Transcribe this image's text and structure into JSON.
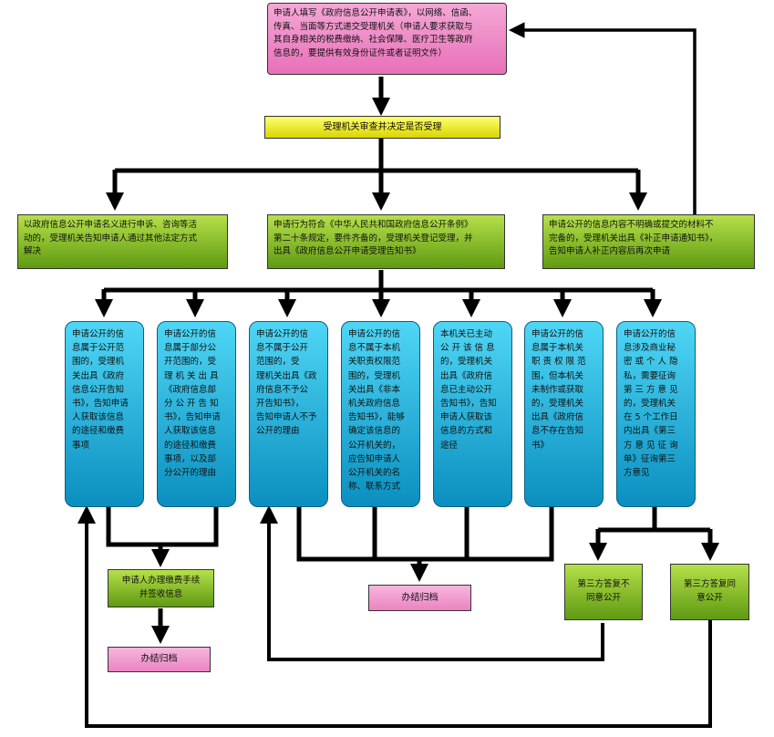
{
  "start": "申请人填写《政府信息公开申请表》，以网络、信函、\n传真、当面等方式递交受理机关（申请人要求获取与\n其自身相关的税费缴纳、社会保障、医疗卫生等政府\n信息的，要提供有效身份证件或者证明文件）",
  "review": "受理机关审查并决定是否受理",
  "branches": {
    "left": "以政府信息公开申请名义进行申诉、咨询等活\n动的，受理机关告知申请人通过其他法定方式\n解决",
    "middle": "申请行为符合《中华人民共和国政府信息公开条例》\n第二十条规定，要件齐备的，受理机关登记受理，并\n出具《政府信息公开申请受理告知书》",
    "right": "申请公开的信息内容不明确或提交的材料不\n完备的，受理机关出具《补正申请通知书》，\n告知申请人补正内容后再次申请"
  },
  "outcomes": [
    "申请公开的信\n息属于公开范\n围的，受理机\n关出具《政府\n信息公开告知\n书》，告知申请\n人获取该信息\n的途径和缴费\n事项",
    "申请公开的信\n息属于部分公\n开范围的，受\n理 机 关 出 具\n《政府信息部\n分 公 开 告 知\n书》，告知申请\n人获取该信息\n的途径和缴费\n事项，以及部\n分公开的理由",
    "申请公开的信\n息不属于公开\n范围的，受\n理机关出具《政\n府信息不予公\n开告知书》，\n告知申请人不予\n公开的理由",
    "申请公开的信\n息不属于本机\n关职责权限范\n围的，受理机\n关出具《非本\n机关政府信息\n告知书》，能够\n确定该信息的\n公开机关的，\n应告知申请人\n公开机关的名\n称、联系方式",
    "本机关已主动\n公 开 该 信 息\n的，受理机关\n出具《政府信\n息已主动公开\n告知书》，告知\n申请人获取该\n信息的方式和\n途径",
    "申请公开的信\n息属于本机关\n职 责 权 限 范\n围，但本机关\n未制作或获取\n的，受理机关\n出具《政府信\n息不存在告知\n书》",
    "申请公开的信\n息涉及商业秘\n密 或 个 人 隐\n私，需要征询\n第 三 方 意 见\n的，受理机关\n在 5 个工作日\n内出具《第三\n方 意 见 征 询\n单》征询第三\n方意见"
  ],
  "fee": "申请人办理缴费手续\n并签收信息",
  "archive_left": "办结归档",
  "archive_mid": "办结归档",
  "third_disagree": "第三方答复不\n同意公开",
  "third_agree": "第三方答复同\n意公开"
}
